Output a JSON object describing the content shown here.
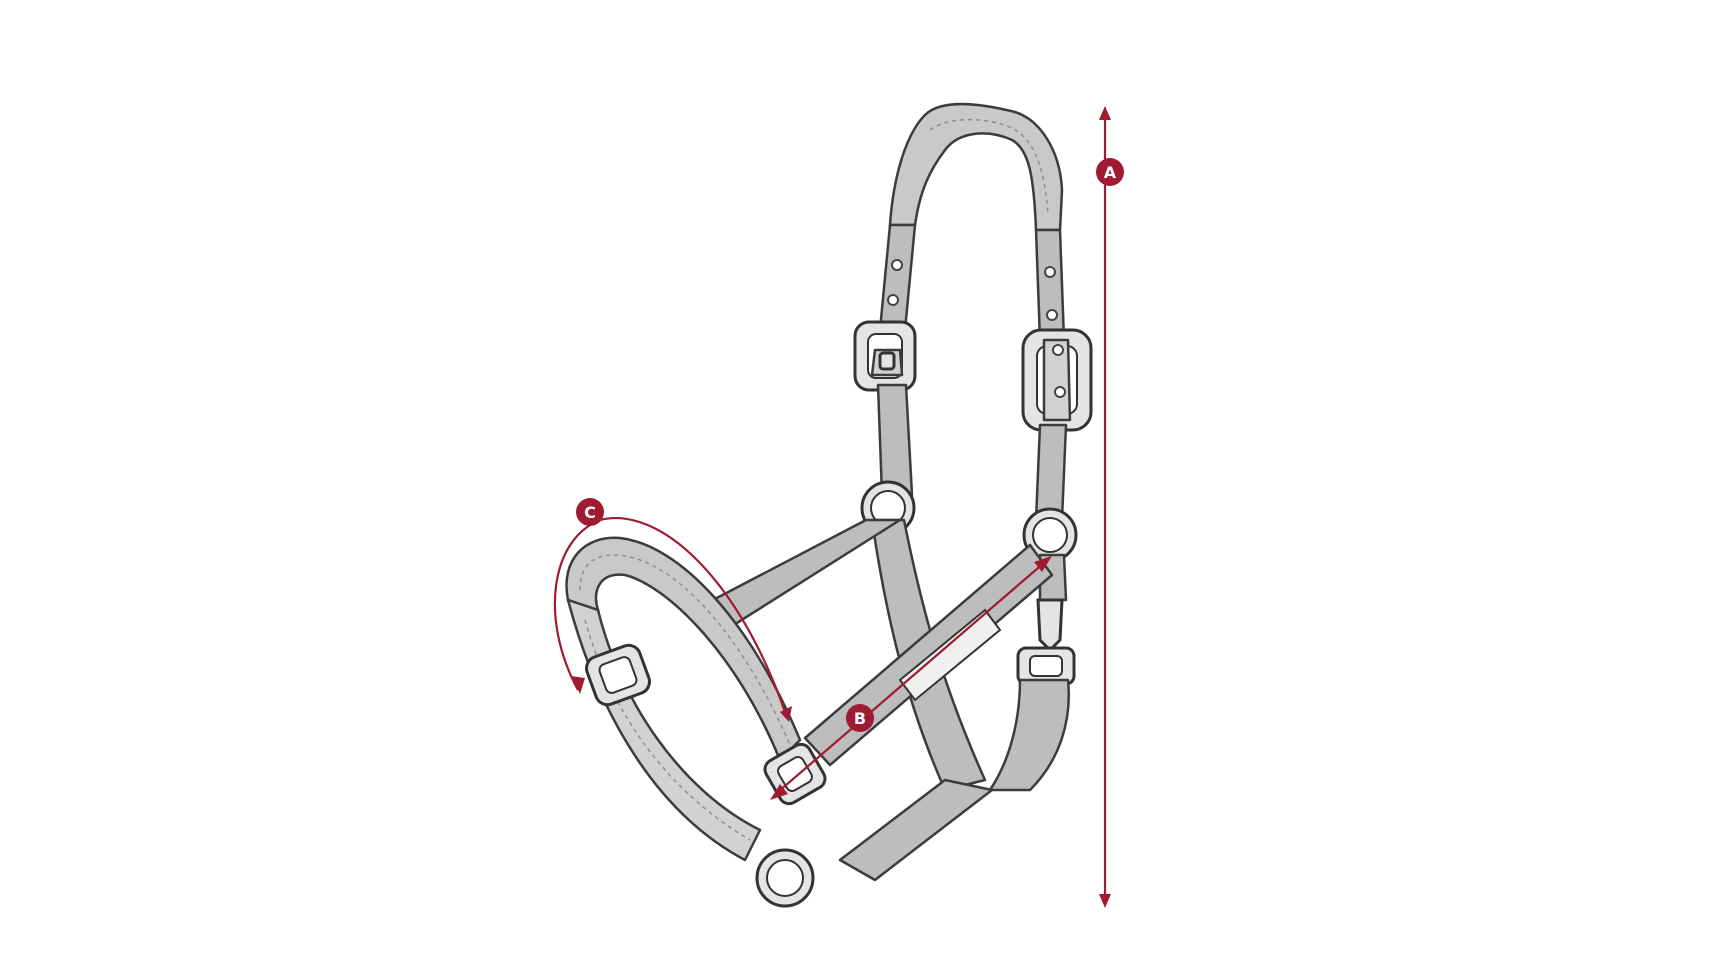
{
  "colors": {
    "measure": "#9e1b32",
    "badge_text": "#ffffff"
  },
  "labels": {
    "a": "A",
    "b": "B",
    "c": "C"
  },
  "icons": {
    "illustration": "horse-halter-icon"
  }
}
